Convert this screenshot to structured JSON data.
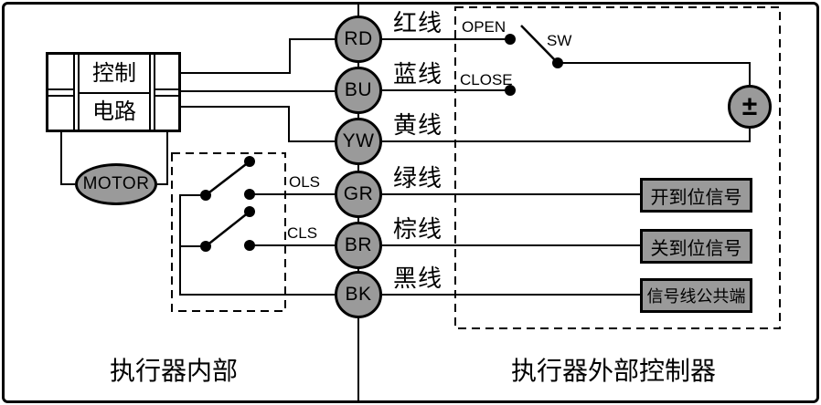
{
  "actuator": {
    "control_box": {
      "line1": "控制",
      "line2": "电路"
    },
    "motor": "MOTOR",
    "ols": "OLS",
    "cls": "CLS",
    "section_label": "执行器内部"
  },
  "terminals": [
    {
      "code": "RD",
      "wire": "红线"
    },
    {
      "code": "BU",
      "wire": "蓝线"
    },
    {
      "code": "YW",
      "wire": "黄线"
    },
    {
      "code": "GR",
      "wire": "绿线"
    },
    {
      "code": "BR",
      "wire": "棕线"
    },
    {
      "code": "BK",
      "wire": "黑线"
    }
  ],
  "controller": {
    "open": "OPEN",
    "close": "CLOSE",
    "sw": "SW",
    "power": "±",
    "signals": [
      "开到位信号",
      "关到位信号",
      "信号线公共端"
    ],
    "section_label": "执行器外部控制器"
  },
  "colors": {
    "component_fill": "#9a9a9a",
    "line": "#000000",
    "background": "#ffffff"
  }
}
